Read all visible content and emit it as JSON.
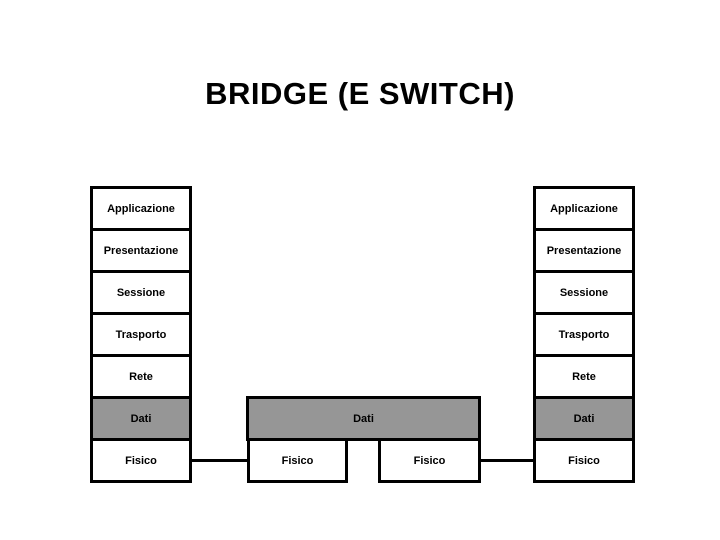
{
  "title": "BRIDGE (E SWITCH)",
  "colors": {
    "background": "#ffffff",
    "text": "#000000",
    "border": "#000000",
    "layer_fill": "#ffffff",
    "datalink_fill": "#969696"
  },
  "left_stack": {
    "layers": [
      "Applicazione",
      "Presentazione",
      "Sessione",
      "Trasporto",
      "Rete",
      "Dati",
      "Fisico"
    ]
  },
  "right_stack": {
    "layers": [
      "Applicazione",
      "Presentazione",
      "Sessione",
      "Trasporto",
      "Rete",
      "Dati",
      "Fisico"
    ]
  },
  "bridge": {
    "datalink_label": "Dati",
    "physical_left_label": "Fisico",
    "physical_right_label": "Fisico"
  }
}
